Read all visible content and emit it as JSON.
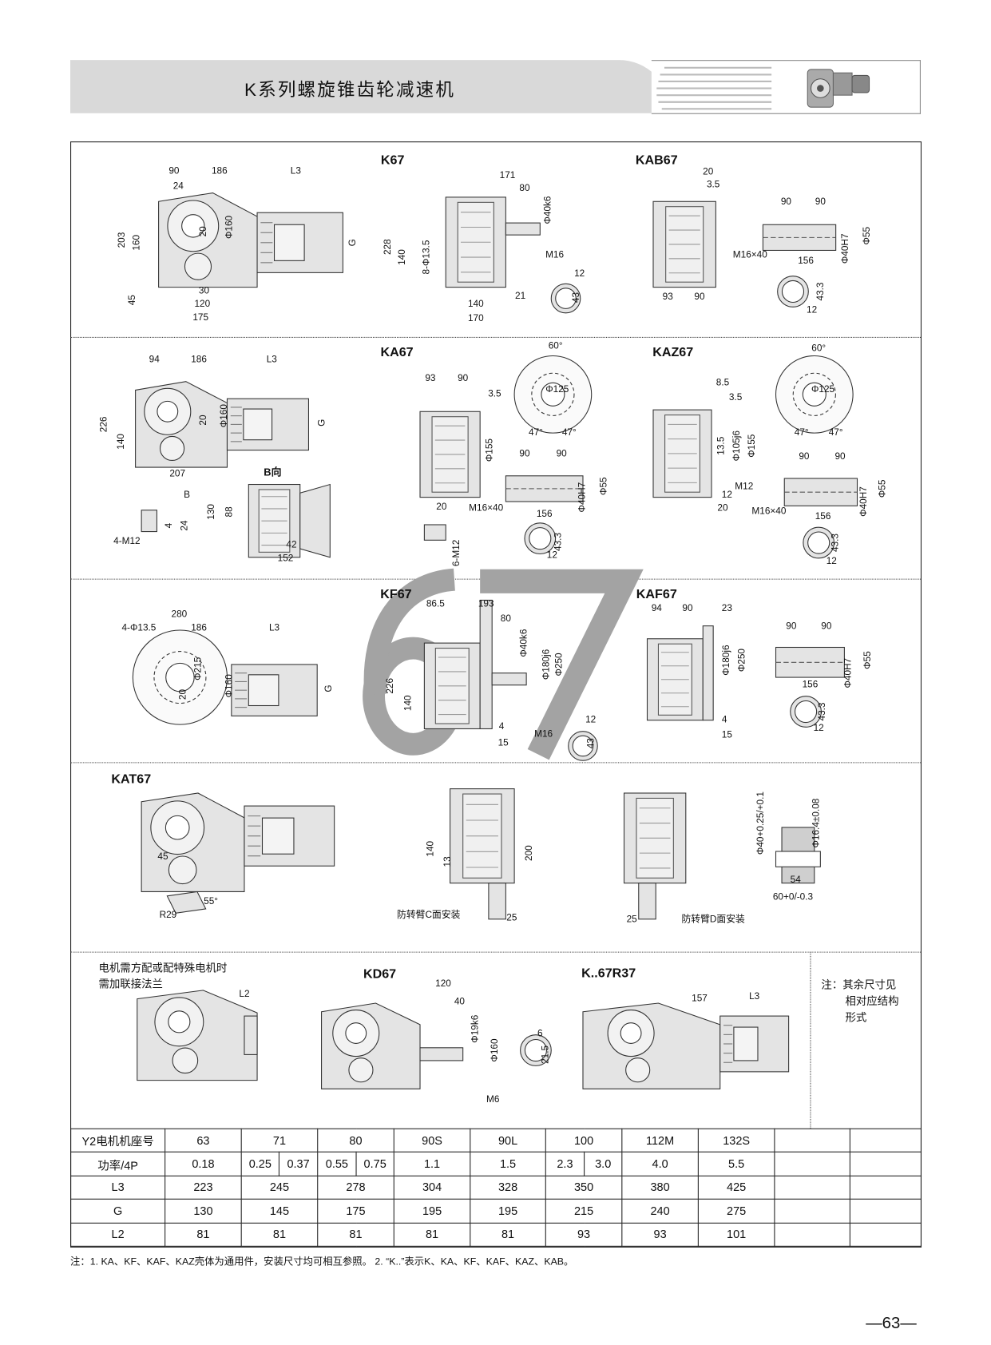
{
  "header": {
    "title": "K系列螺旋锥齿轮减速机"
  },
  "watermark": "67",
  "sections": {
    "k67": {
      "title": "K67",
      "labels": [
        "90",
        "186",
        "L3",
        "24",
        "203",
        "160",
        "20",
        "Φ160",
        "G",
        "45",
        "30",
        "120",
        "175",
        "171",
        "80",
        "Φ40k6",
        "228",
        "140",
        "8-Φ13.5",
        "M16",
        "12",
        "43",
        "21",
        "140",
        "170"
      ]
    },
    "kab67": {
      "title": "KAB67",
      "labels": [
        "20",
        "3.5",
        "90",
        "90",
        "Φ40H7",
        "Φ55",
        "M16×40",
        "156",
        "93",
        "90",
        "43.3",
        "12"
      ]
    },
    "ka67": {
      "title": "KA67",
      "b_view": "B向",
      "labels": [
        "94",
        "186",
        "L3",
        "226",
        "140",
        "20",
        "Φ160",
        "G",
        "207",
        "B",
        "4-M12",
        "4",
        "24",
        "130",
        "88",
        "42",
        "152",
        "93",
        "90",
        "3.5",
        "Φ155",
        "60°",
        "Φ125",
        "47°",
        "47°",
        "90",
        "90",
        "Φ40H7",
        "Φ55",
        "M16×40",
        "156",
        "20",
        "6-M12",
        "43.3",
        "12"
      ]
    },
    "kaz67": {
      "title": "KAZ67",
      "labels": [
        "8.5",
        "3.5",
        "60°",
        "Φ125",
        "47°",
        "47°",
        "13.5",
        "Φ105j6",
        "Φ155",
        "90",
        "90",
        "Φ40H7",
        "Φ55",
        "M12",
        "12",
        "20",
        "M16×40",
        "156",
        "43.3",
        "12"
      ]
    },
    "kf67": {
      "title": "KF67",
      "labels": [
        "4-Φ13.5",
        "280",
        "186",
        "L3",
        "Φ215",
        "20",
        "Φ160",
        "G",
        "86.5",
        "193",
        "80",
        "Φ40k6",
        "Φ180j6",
        "Φ250",
        "226",
        "140",
        "4",
        "15",
        "M16",
        "12",
        "43"
      ]
    },
    "kaf67": {
      "title": "KAF67",
      "labels": [
        "94",
        "90",
        "23",
        "Φ180j6",
        "Φ250",
        "90",
        "90",
        "Φ40H7",
        "Φ55",
        "156",
        "4",
        "15",
        "43.3",
        "12"
      ]
    },
    "kat67": {
      "title": "KAT67",
      "labels": [
        "45",
        "55°",
        "R29",
        "140",
        "13",
        "200",
        "防转臂C面安装",
        "25",
        "25",
        "防转臂D面安装",
        "Φ40+0.25/+0.1",
        "Φ16.4±0.08",
        "54",
        "60+0/-0.3"
      ]
    },
    "bottom": {
      "left_note": [
        "电机需方配或配特殊电机时",
        "需加联接法兰"
      ],
      "kd67_title": "KD67",
      "r37_title": "K..67R37",
      "right_note": [
        "注：其余尺寸见",
        "相对应结构",
        "形式"
      ],
      "labels": [
        "L2",
        "120",
        "40",
        "Φ19k6",
        "Φ160",
        "M6",
        "6",
        "21.5",
        "157",
        "L3"
      ]
    }
  },
  "table": {
    "row_labels": [
      "Y2电机机座号",
      "功率/4P",
      "L3",
      "G",
      "L2"
    ],
    "frame": [
      "63",
      "71",
      "80",
      "90S",
      "90L",
      "100",
      "112M",
      "132S"
    ],
    "power": [
      "0.18",
      "0.25",
      "0.37",
      "0.55",
      "0.75",
      "1.1",
      "1.5",
      "2.3",
      "3.0",
      "4.0",
      "5.5"
    ],
    "L3": [
      "223",
      "245",
      "278",
      "304",
      "328",
      "350",
      "380",
      "425"
    ],
    "G": [
      "130",
      "145",
      "175",
      "195",
      "195",
      "215",
      "240",
      "275"
    ],
    "L2": [
      "81",
      "81",
      "81",
      "81",
      "81",
      "93",
      "93",
      "101"
    ]
  },
  "footnote": "注：1. KA、KF、KAF、KAZ壳体为通用件，安装尺寸均可相互参照。   2. “K..”表示K、KA、KF、KAF、KAZ、KAB。",
  "page_number": "—63—"
}
